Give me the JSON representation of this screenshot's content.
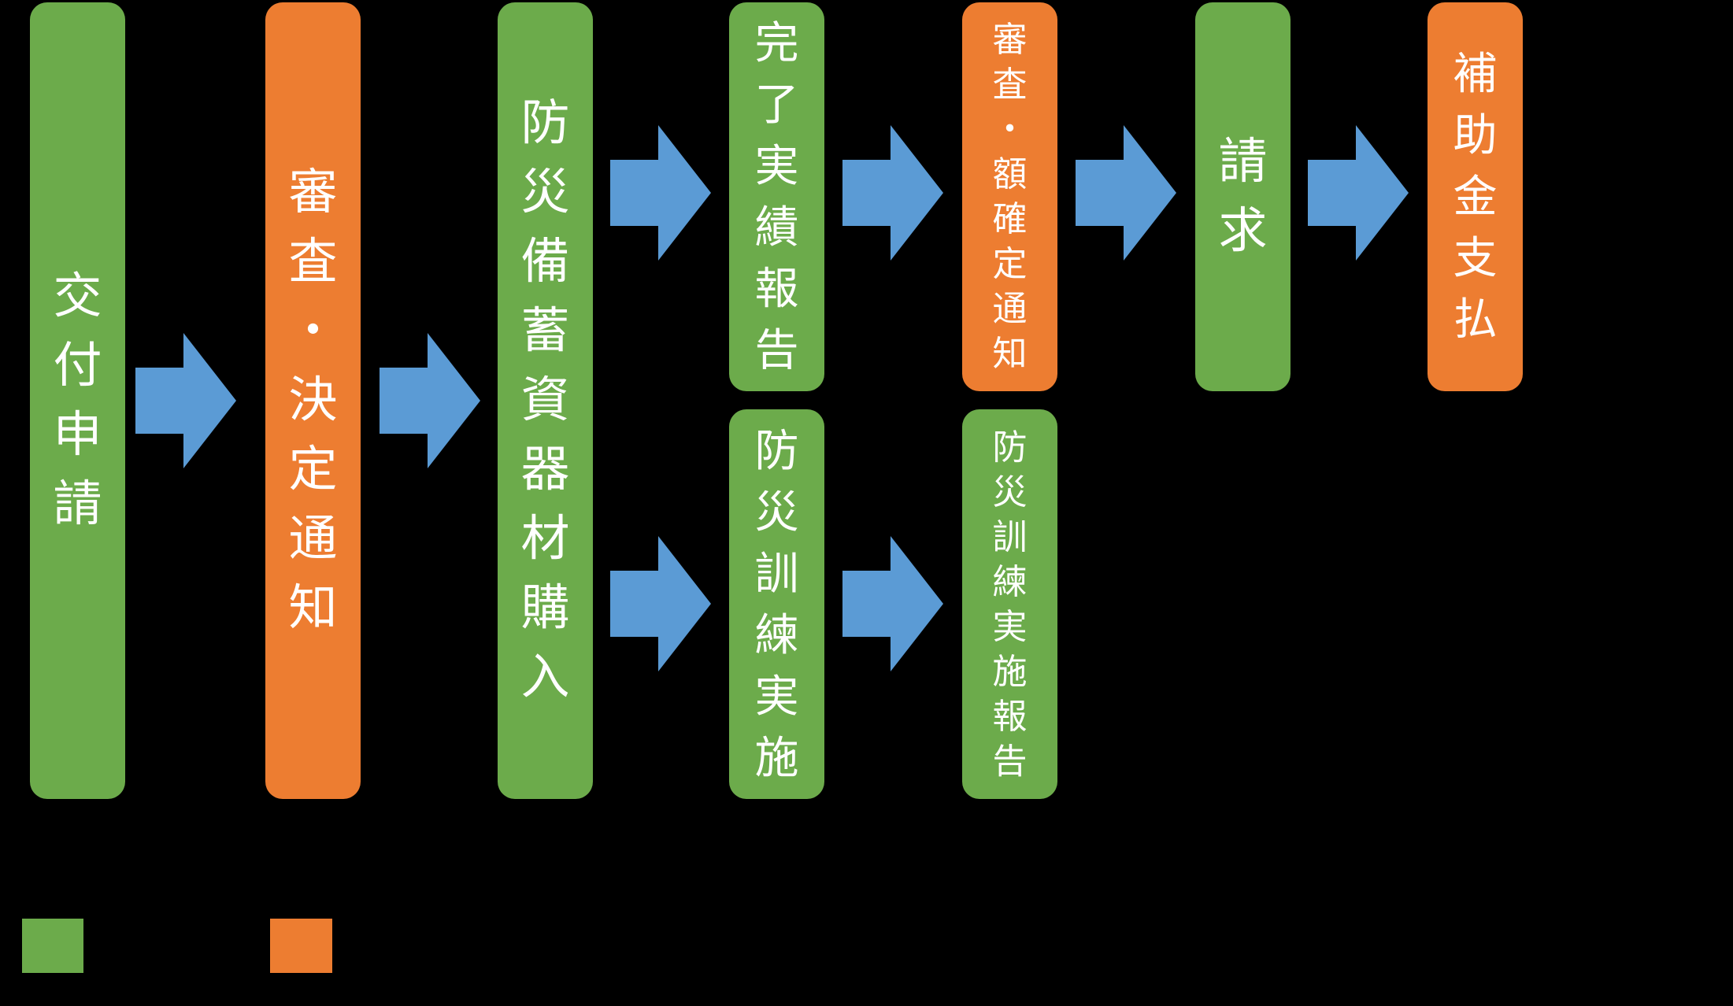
{
  "page": {
    "background": "#000000",
    "description": "Subsidy application process flow diagram"
  },
  "colors": {
    "green": "#6CAB4B",
    "orange": "#ED7D31",
    "blue": "#5B9BD5",
    "text": "#FFFFFF"
  },
  "boxes": {
    "grant_application": {
      "label": "交付申請",
      "color": "green"
    },
    "review_decision_notice": {
      "label": "審査・決定通知",
      "color": "orange"
    },
    "equipment_purchase": {
      "label": "防災備蓄資器材購入",
      "color": "green"
    },
    "completion_report": {
      "label": "完了実績報告",
      "color": "green"
    },
    "review_amount_notice": {
      "label": "審査・額確定通知",
      "color": "orange"
    },
    "billing": {
      "label": "請求",
      "color": "green"
    },
    "subsidy_payment": {
      "label": "補助金支払",
      "color": "orange"
    },
    "drill_implementation": {
      "label": "防災訓練実施",
      "color": "green"
    },
    "drill_report": {
      "label": "防災訓練実施報告",
      "color": "green"
    }
  },
  "legend": {
    "items": [
      {
        "name": "green-swatch",
        "color": "green"
      },
      {
        "name": "orange-swatch",
        "color": "orange"
      }
    ]
  }
}
